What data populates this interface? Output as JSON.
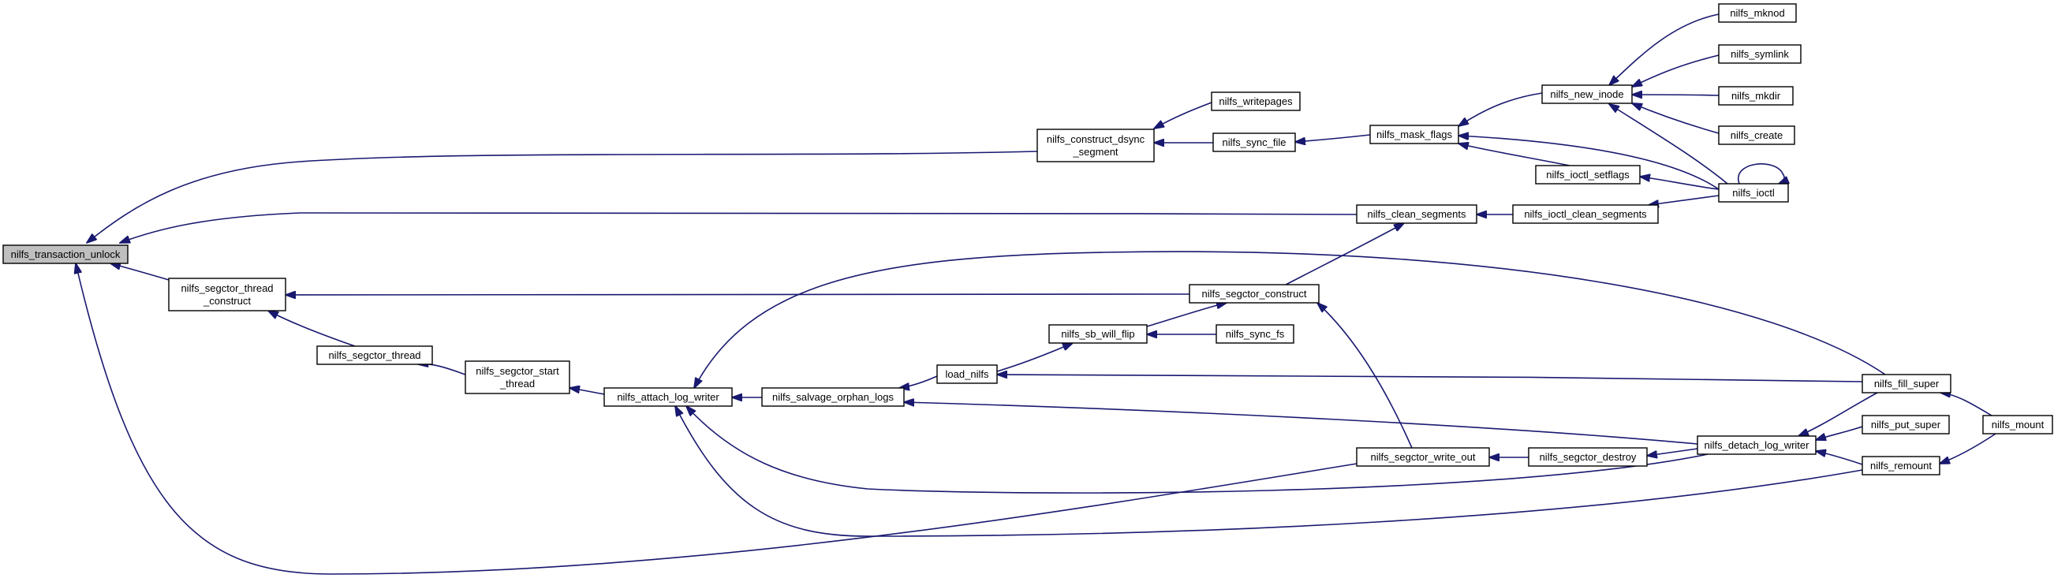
{
  "graph": {
    "nodes": {
      "n_transaction_unlock": {
        "lines": [
          "nilfs_transaction_unlock"
        ],
        "root": true
      },
      "n_construct_dsync": {
        "lines": [
          "nilfs_construct_dsync",
          "_segment"
        ]
      },
      "n_writepages": {
        "lines": [
          "nilfs_writepages"
        ]
      },
      "n_sync_file": {
        "lines": [
          "nilfs_sync_file"
        ]
      },
      "n_mask_flags": {
        "lines": [
          "nilfs_mask_flags"
        ]
      },
      "n_new_inode": {
        "lines": [
          "nilfs_new_inode"
        ]
      },
      "n_mknod": {
        "lines": [
          "nilfs_mknod"
        ]
      },
      "n_symlink": {
        "lines": [
          "nilfs_symlink"
        ]
      },
      "n_mkdir": {
        "lines": [
          "nilfs_mkdir"
        ]
      },
      "n_create": {
        "lines": [
          "nilfs_create"
        ]
      },
      "n_ioctl_setflags": {
        "lines": [
          "nilfs_ioctl_setflags"
        ]
      },
      "n_ioctl": {
        "lines": [
          "nilfs_ioctl"
        ]
      },
      "n_clean_segments": {
        "lines": [
          "nilfs_clean_segments"
        ]
      },
      "n_ioctl_clean_segments": {
        "lines": [
          "nilfs_ioctl_clean_segments"
        ]
      },
      "n_segctor_thread_construct": {
        "lines": [
          "nilfs_segctor_thread",
          "_construct"
        ]
      },
      "n_segctor_construct": {
        "lines": [
          "nilfs_segctor_construct"
        ]
      },
      "n_sb_will_flip": {
        "lines": [
          "nilfs_sb_will_flip"
        ]
      },
      "n_sync_fs": {
        "lines": [
          "nilfs_sync_fs"
        ]
      },
      "n_segctor_thread": {
        "lines": [
          "nilfs_segctor_thread"
        ]
      },
      "n_segctor_start_thread": {
        "lines": [
          "nilfs_segctor_start",
          "_thread"
        ]
      },
      "n_attach_log_writer": {
        "lines": [
          "nilfs_attach_log_writer"
        ]
      },
      "n_salvage_orphan_logs": {
        "lines": [
          "nilfs_salvage_orphan_logs"
        ]
      },
      "n_load_nilfs": {
        "lines": [
          "load_nilfs"
        ]
      },
      "n_fill_super": {
        "lines": [
          "nilfs_fill_super"
        ]
      },
      "n_mount": {
        "lines": [
          "nilfs_mount"
        ]
      },
      "n_put_super": {
        "lines": [
          "nilfs_put_super"
        ]
      },
      "n_detach_log_writer": {
        "lines": [
          "nilfs_detach_log_writer"
        ]
      },
      "n_segctor_destroy": {
        "lines": [
          "nilfs_segctor_destroy"
        ]
      },
      "n_segctor_write_out": {
        "lines": [
          "nilfs_segctor_write_out"
        ]
      },
      "n_remount": {
        "lines": [
          "nilfs_remount"
        ]
      }
    },
    "edges": [
      [
        "n_construct_dsync",
        "n_transaction_unlock"
      ],
      [
        "n_clean_segments",
        "n_transaction_unlock"
      ],
      [
        "n_segctor_thread_construct",
        "n_transaction_unlock"
      ],
      [
        "n_segctor_write_out",
        "n_transaction_unlock"
      ],
      [
        "n_writepages",
        "n_construct_dsync"
      ],
      [
        "n_sync_file",
        "n_construct_dsync"
      ],
      [
        "n_mask_flags",
        "n_sync_file"
      ],
      [
        "n_new_inode",
        "n_mask_flags"
      ],
      [
        "n_ioctl_setflags",
        "n_mask_flags"
      ],
      [
        "n_ioctl",
        "n_mask_flags"
      ],
      [
        "n_mknod",
        "n_new_inode"
      ],
      [
        "n_symlink",
        "n_new_inode"
      ],
      [
        "n_mkdir",
        "n_new_inode"
      ],
      [
        "n_create",
        "n_new_inode"
      ],
      [
        "n_ioctl",
        "n_new_inode"
      ],
      [
        "n_ioctl",
        "n_ioctl_setflags"
      ],
      [
        "n_ioctl",
        "n_ioctl"
      ],
      [
        "n_ioctl_clean_segments",
        "n_clean_segments"
      ],
      [
        "n_ioctl",
        "n_ioctl_clean_segments"
      ],
      [
        "n_segctor_construct",
        "n_segctor_thread_construct"
      ],
      [
        "n_segctor_construct",
        "n_clean_segments"
      ],
      [
        "n_sb_will_flip",
        "n_segctor_construct"
      ],
      [
        "n_segctor_write_out",
        "n_segctor_construct"
      ],
      [
        "n_sync_fs",
        "n_sb_will_flip"
      ],
      [
        "n_load_nilfs",
        "n_sb_will_flip"
      ],
      [
        "n_segctor_thread",
        "n_segctor_thread_construct"
      ],
      [
        "n_segctor_start_thread",
        "n_segctor_thread"
      ],
      [
        "n_attach_log_writer",
        "n_segctor_start_thread"
      ],
      [
        "n_salvage_orphan_logs",
        "n_attach_log_writer"
      ],
      [
        "n_fill_super",
        "n_attach_log_writer"
      ],
      [
        "n_detach_log_writer",
        "n_attach_log_writer"
      ],
      [
        "n_remount",
        "n_attach_log_writer"
      ],
      [
        "n_load_nilfs",
        "n_salvage_orphan_logs"
      ],
      [
        "n_fill_super",
        "n_load_nilfs"
      ],
      [
        "n_detach_log_writer",
        "n_salvage_orphan_logs"
      ],
      [
        "n_segctor_destroy",
        "n_segctor_write_out"
      ],
      [
        "n_detach_log_writer",
        "n_segctor_destroy"
      ],
      [
        "n_fill_super",
        "n_detach_log_writer"
      ],
      [
        "n_put_super",
        "n_detach_log_writer"
      ],
      [
        "n_remount",
        "n_detach_log_writer"
      ],
      [
        "n_mount",
        "n_fill_super"
      ],
      [
        "n_mount",
        "n_remount"
      ]
    ]
  }
}
